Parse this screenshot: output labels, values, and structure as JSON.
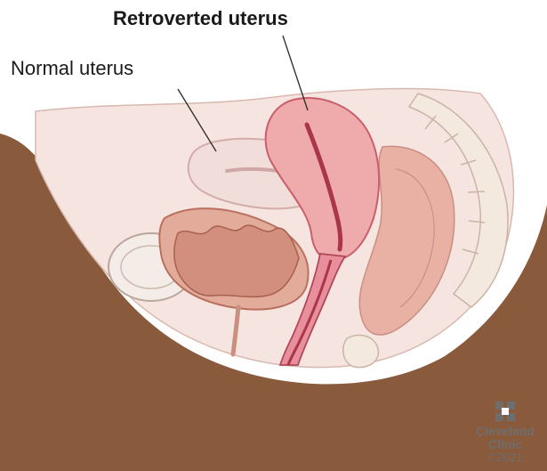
{
  "labels": {
    "retroverted": "Retroverted uterus",
    "normal": "Normal uterus"
  },
  "logo": {
    "line1": "Cleveland",
    "line2": "Clinic",
    "copyright": "©2021"
  },
  "colors": {
    "skin": "#8a5a3c",
    "tissue": "#f3d9d3",
    "uterus": "#eea9aa",
    "uterus_dark": "#c94a5c",
    "normal_uterus": "#f0dcd9",
    "bladder": "#d99a8a",
    "bone": "#f4e9df",
    "logo_gray": "#6e6e6e"
  }
}
